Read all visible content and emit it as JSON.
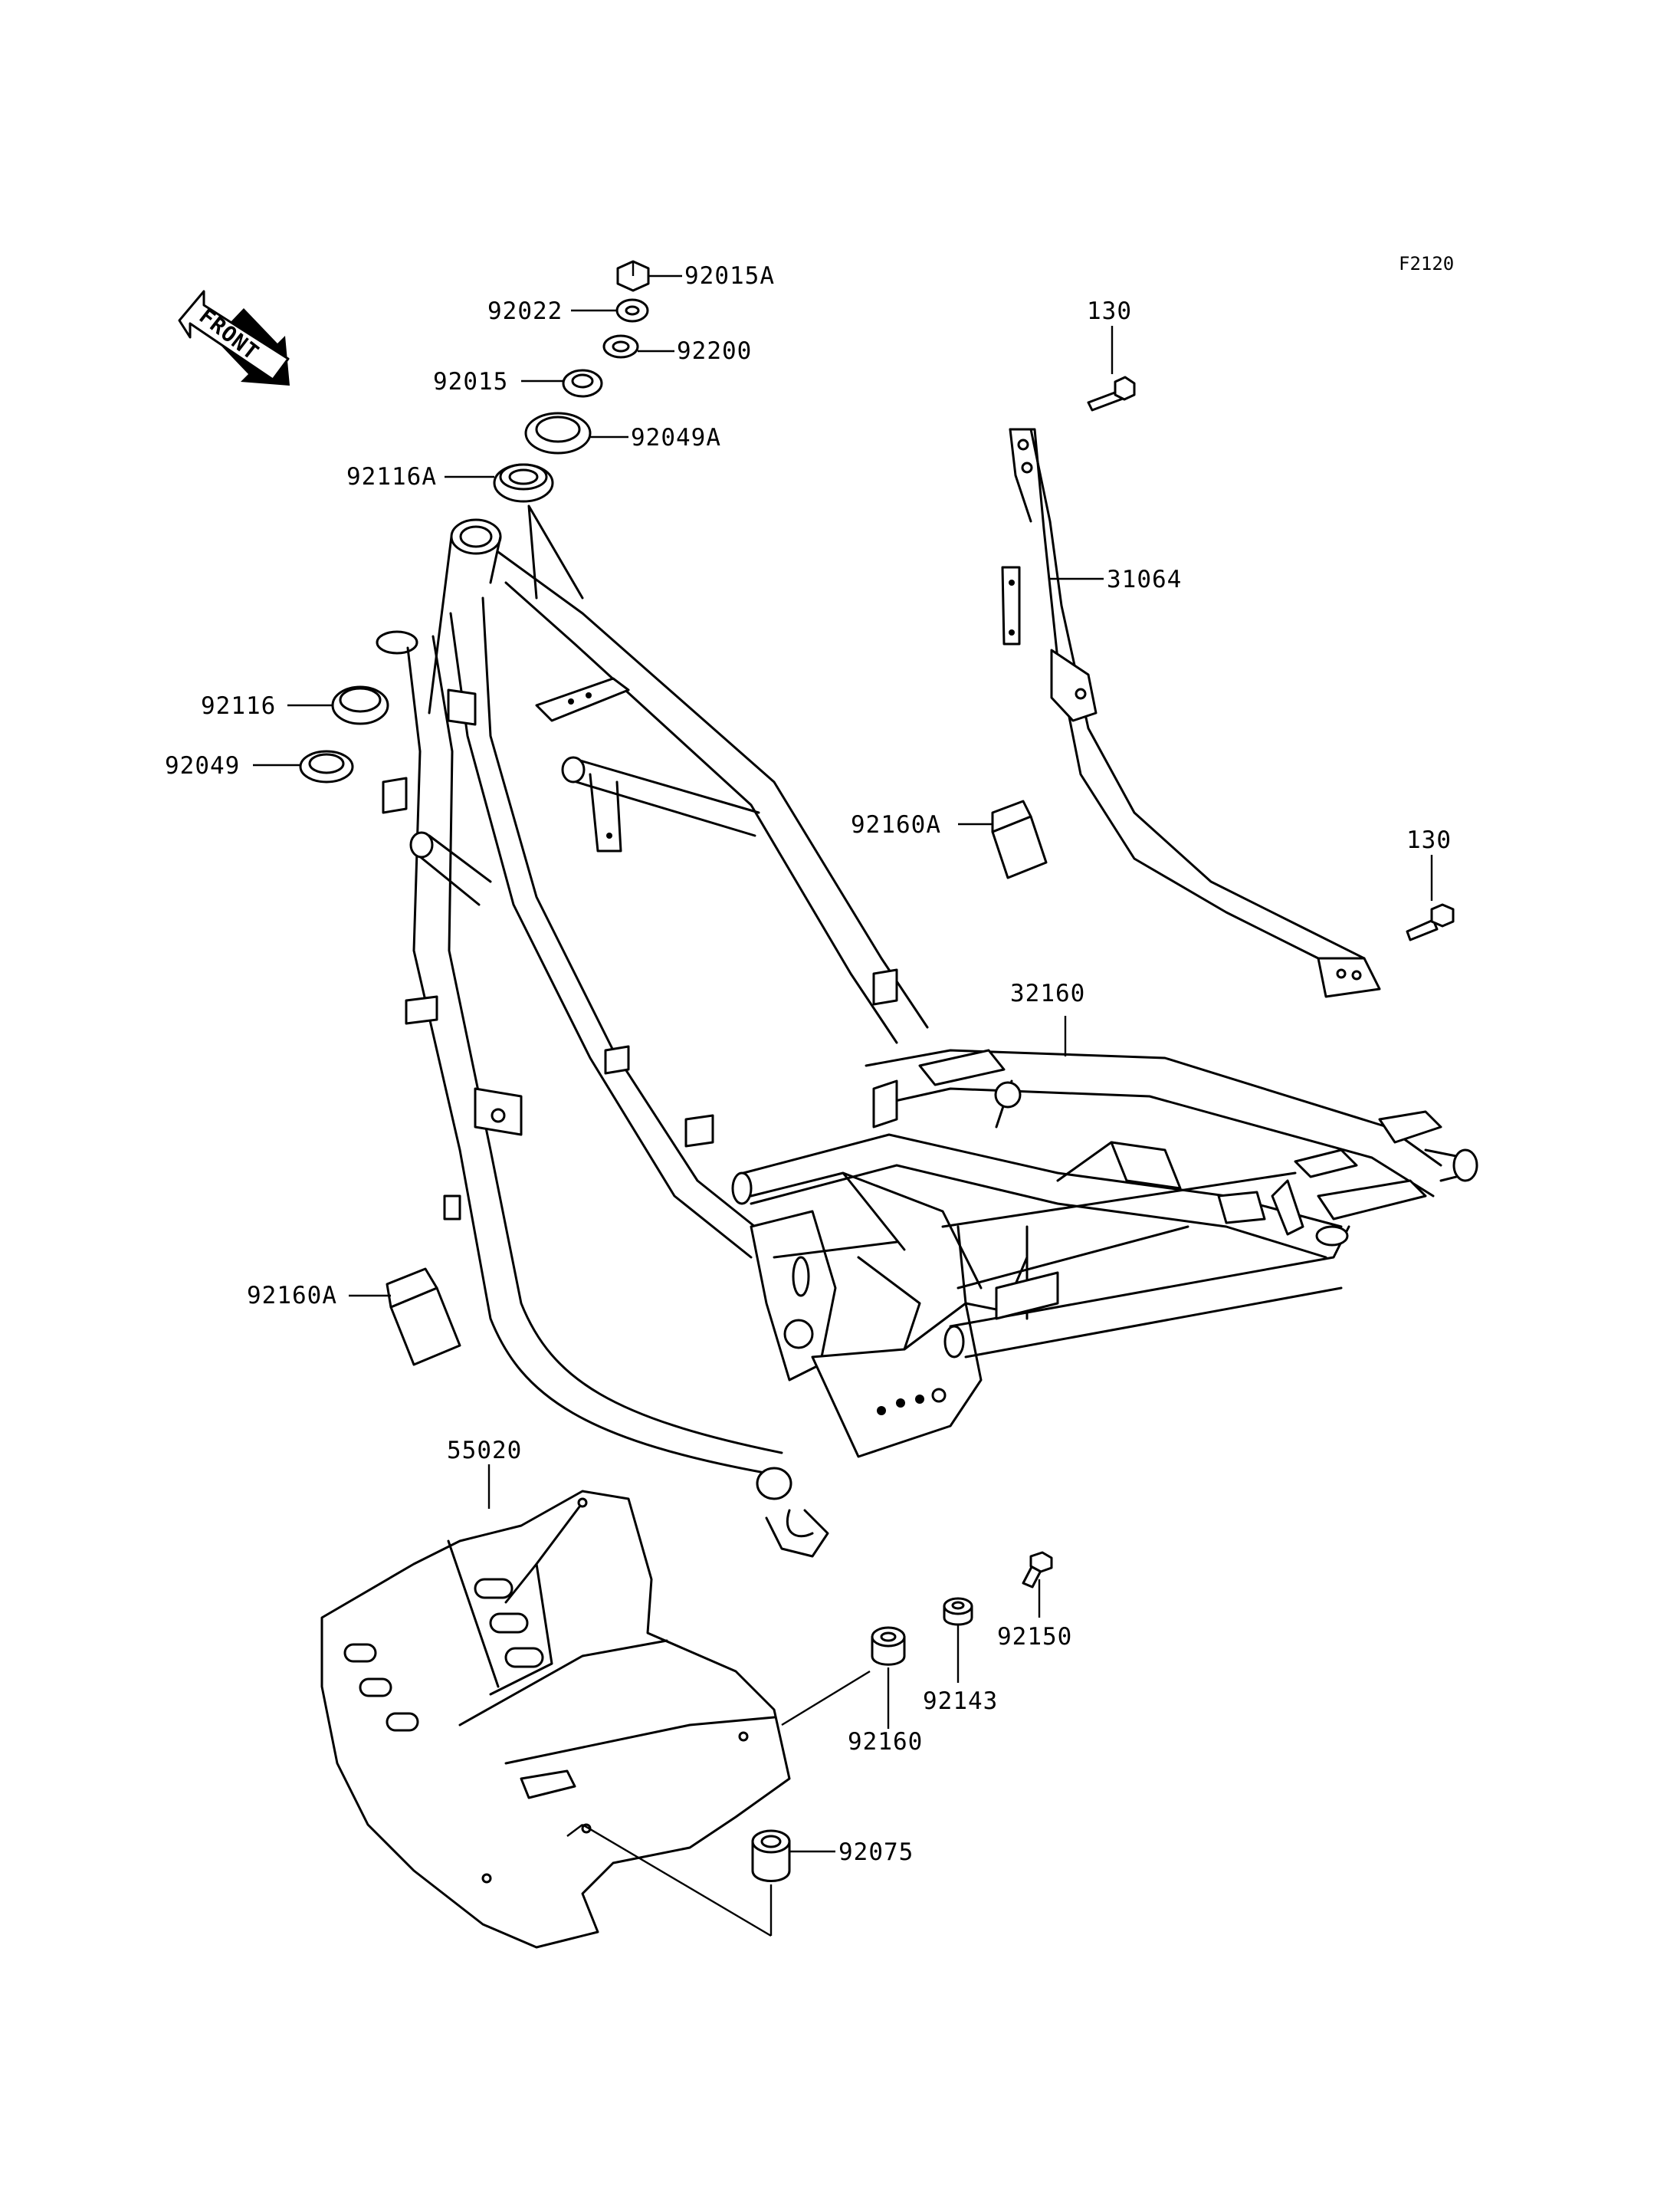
{
  "figure_code": "F2120",
  "front_label": "FRONT",
  "parts": [
    {
      "id": "p-92015A",
      "code": "92015A"
    },
    {
      "id": "p-92022",
      "code": "92022"
    },
    {
      "id": "p-92200",
      "code": "92200"
    },
    {
      "id": "p-92015",
      "code": "92015"
    },
    {
      "id": "p-92049A",
      "code": "92049A"
    },
    {
      "id": "p-92116A",
      "code": "92116A"
    },
    {
      "id": "p-92116",
      "code": "92116"
    },
    {
      "id": "p-92049",
      "code": "92049"
    },
    {
      "id": "p-130-top",
      "code": "130"
    },
    {
      "id": "p-31064",
      "code": "31064"
    },
    {
      "id": "p-92160A-right",
      "code": "92160A"
    },
    {
      "id": "p-130-bottom",
      "code": "130"
    },
    {
      "id": "p-32160",
      "code": "32160"
    },
    {
      "id": "p-92160A-left",
      "code": "92160A"
    },
    {
      "id": "p-55020",
      "code": "55020"
    },
    {
      "id": "p-92150",
      "code": "92150"
    },
    {
      "id": "p-92143",
      "code": "92143"
    },
    {
      "id": "p-92160",
      "code": "92160"
    },
    {
      "id": "p-92075",
      "code": "92075"
    }
  ]
}
